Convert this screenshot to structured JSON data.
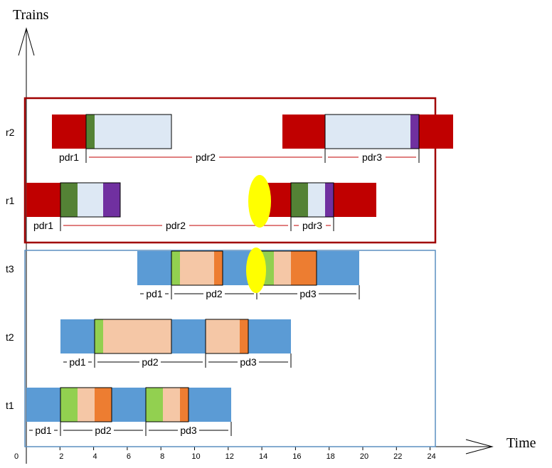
{
  "axis": {
    "y_title": "Trains",
    "x_title": "Time",
    "ticks": [
      "0",
      "2",
      "4",
      "6",
      "8",
      "10",
      "12",
      "14",
      "16",
      "18",
      "20",
      "22",
      "24"
    ]
  },
  "colors": {
    "red": "#c00000",
    "darkgreen": "#548235",
    "lightblue": "#dde8f4",
    "purple": "#7030a0",
    "blue": "#5b9bd5",
    "lightgreen": "#92d050",
    "peach": "#f5c7a6",
    "orange": "#ed7d31",
    "yellow": "#ffff00",
    "box_red": "#a00000",
    "box_blue": "#5b8fc0"
  },
  "rows": [
    {
      "label": "r2",
      "segments": [
        {
          "start": 3,
          "end": 7.0,
          "color": "red"
        },
        {
          "start": 7.0,
          "end": 8.0,
          "color": "darkgreen"
        },
        {
          "start": 8.0,
          "end": 17.0,
          "color": "lightblue"
        },
        {
          "start": 30.0,
          "end": 35.0,
          "color": "red"
        },
        {
          "start": 35.0,
          "end": 45.0,
          "color": "lightblue"
        },
        {
          "start": 45.0,
          "end": 46.0,
          "color": "purple"
        },
        {
          "start": 46.0,
          "end": 50.0,
          "color": "red"
        }
      ],
      "outlined": [
        [
          7.0,
          17.0
        ],
        [
          35.0,
          46.0
        ]
      ],
      "phases": [
        {
          "label": "pdr1",
          "from": 3,
          "to": 7.0
        },
        {
          "label": "pdr2",
          "from": 7.0,
          "to": 35.0
        },
        {
          "label": "pdr3",
          "from": 35.0,
          "to": 46.0
        }
      ]
    },
    {
      "label": "r1",
      "segments": [
        {
          "start": 0,
          "end": 4.0,
          "color": "red"
        },
        {
          "start": 4.0,
          "end": 6.0,
          "color": "darkgreen"
        },
        {
          "start": 6.0,
          "end": 9.0,
          "color": "lightblue"
        },
        {
          "start": 9.0,
          "end": 11.0,
          "color": "purple"
        },
        {
          "start": 27.0,
          "end": 31.0,
          "color": "red"
        },
        {
          "start": 31.0,
          "end": 33.0,
          "color": "darkgreen"
        },
        {
          "start": 33.0,
          "end": 35.0,
          "color": "lightblue"
        },
        {
          "start": 35.0,
          "end": 36.0,
          "color": "purple"
        },
        {
          "start": 36.0,
          "end": 41.0,
          "color": "red"
        }
      ],
      "outlined": [
        [
          4.0,
          11.0
        ],
        [
          31.0,
          36.0
        ]
      ],
      "phases": [
        {
          "label": "pdr1",
          "from": 0,
          "to": 4.0
        },
        {
          "label": "pdr2",
          "from": 4.0,
          "to": 31.0
        },
        {
          "label": "pdr3",
          "from": 31.0,
          "to": 36.0
        }
      ]
    },
    {
      "label": "t3",
      "segments": [
        {
          "start": 13.0,
          "end": 17.0,
          "color": "blue"
        },
        {
          "start": 17.0,
          "end": 18.0,
          "color": "lightgreen"
        },
        {
          "start": 18.0,
          "end": 22.0,
          "color": "peach"
        },
        {
          "start": 22.0,
          "end": 23.0,
          "color": "orange"
        },
        {
          "start": 23.0,
          "end": 27.0,
          "color": "blue"
        },
        {
          "start": 27.0,
          "end": 29.0,
          "color": "lightgreen"
        },
        {
          "start": 29.0,
          "end": 31.0,
          "color": "peach"
        },
        {
          "start": 31.0,
          "end": 34.0,
          "color": "orange"
        },
        {
          "start": 34.0,
          "end": 39.0,
          "color": "blue"
        }
      ],
      "outlined": [
        [
          17.0,
          23.0
        ],
        [
          27.0,
          34.0
        ]
      ],
      "phases": [
        {
          "label": "pd1",
          "from": 13.0,
          "to": 17.0
        },
        {
          "label": "pd2",
          "from": 17.0,
          "to": 27.0
        },
        {
          "label": "pd3",
          "from": 27.0,
          "to": 39.0
        }
      ]
    },
    {
      "label": "t2",
      "segments": [
        {
          "start": 4.0,
          "end": 8.0,
          "color": "blue"
        },
        {
          "start": 8.0,
          "end": 9.0,
          "color": "lightgreen"
        },
        {
          "start": 9.0,
          "end": 17.0,
          "color": "peach"
        },
        {
          "start": 17.0,
          "end": 21.0,
          "color": "blue"
        },
        {
          "start": 21.0,
          "end": 25.0,
          "color": "peach"
        },
        {
          "start": 25.0,
          "end": 26.0,
          "color": "orange"
        },
        {
          "start": 26.0,
          "end": 31.0,
          "color": "blue"
        }
      ],
      "outlined": [
        [
          8.0,
          17.0
        ],
        [
          21.0,
          26.0
        ]
      ],
      "phases": [
        {
          "label": "pd1",
          "from": 4.0,
          "to": 8.0
        },
        {
          "label": "pd2",
          "from": 8.0,
          "to": 21.0
        },
        {
          "label": "pd3",
          "from": 21.0,
          "to": 31.0
        }
      ]
    },
    {
      "label": "t1",
      "segments": [
        {
          "start": 0,
          "end": 4.0,
          "color": "blue"
        },
        {
          "start": 4.0,
          "end": 6.0,
          "color": "lightgreen"
        },
        {
          "start": 6.0,
          "end": 8.0,
          "color": "peach"
        },
        {
          "start": 8.0,
          "end": 10.0,
          "color": "orange"
        },
        {
          "start": 10.0,
          "end": 14.0,
          "color": "blue"
        },
        {
          "start": 14.0,
          "end": 16.0,
          "color": "lightgreen"
        },
        {
          "start": 16.0,
          "end": 18.0,
          "color": "peach"
        },
        {
          "start": 18.0,
          "end": 19.0,
          "color": "orange"
        },
        {
          "start": 19.0,
          "end": 24.0,
          "color": "blue"
        }
      ],
      "outlined": [
        [
          4.0,
          10.0
        ],
        [
          14.0,
          19.0
        ]
      ],
      "phases": [
        {
          "label": "pd1",
          "from": 0,
          "to": 4.0
        },
        {
          "label": "pd2",
          "from": 4.0,
          "to": 14.0
        },
        {
          "label": "pd3",
          "from": 14.0,
          "to": 24.0
        }
      ]
    }
  ]
}
